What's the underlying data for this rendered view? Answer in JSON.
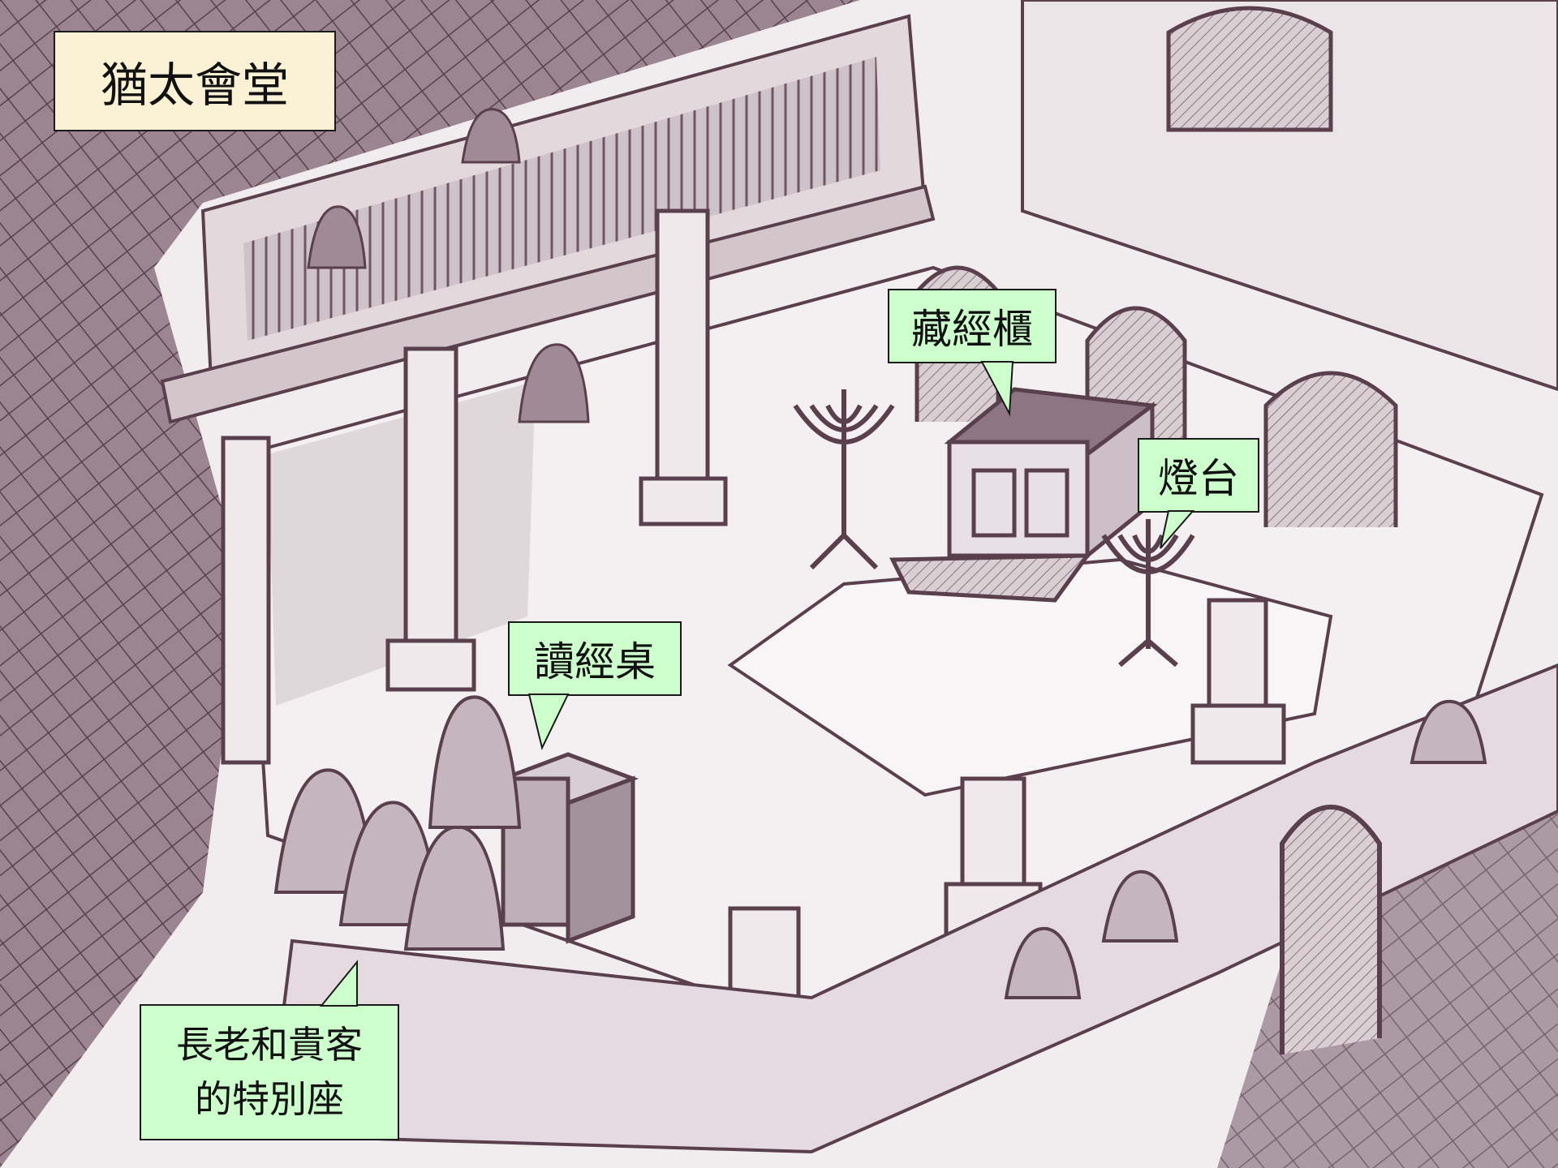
{
  "title": "猶太會堂",
  "labels": {
    "ark": "藏經櫃",
    "lamp": "燈台",
    "reading_desk": "讀經桌",
    "seats_line1": "長老和貴客",
    "seats_line2": "的特別座"
  },
  "colors": {
    "title_box_bg": "#fbf2d6",
    "label_bg": "#ccffcc",
    "ink": "#5a3f4d",
    "paper": "#f1eced"
  }
}
